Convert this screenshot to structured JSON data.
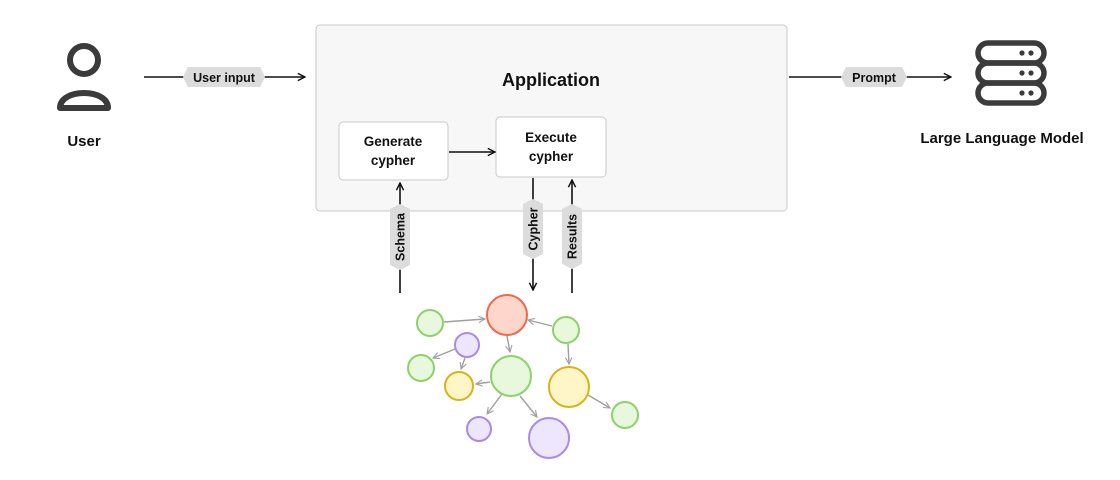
{
  "app": {
    "title": "Application"
  },
  "user": {
    "label": "User",
    "input_label": "User input"
  },
  "llm": {
    "label": "Large Language Model",
    "prompt_label": "Prompt"
  },
  "steps": {
    "generate": {
      "line1": "Generate",
      "line2": "cypher"
    },
    "execute": {
      "line1": "Execute",
      "line2": "cypher"
    }
  },
  "edges": {
    "schema": "Schema",
    "cypher": "Cypher",
    "results": "Results"
  },
  "colors": {
    "green_fill": "#e8f8dc",
    "green_stroke": "#8ed06a",
    "red_fill": "#ffd6cc",
    "red_stroke": "#ef6a4c",
    "purple_fill": "#eee6ff",
    "purple_stroke": "#a98ae8",
    "yellow_fill": "#fff6c8",
    "yellow_stroke": "#d9b21a",
    "app_fill": "#f6f7f6",
    "app_stroke": "#c9c9c9",
    "pill_fill": "#dcdcdc",
    "graph_arrow": "#a0a0a0"
  }
}
